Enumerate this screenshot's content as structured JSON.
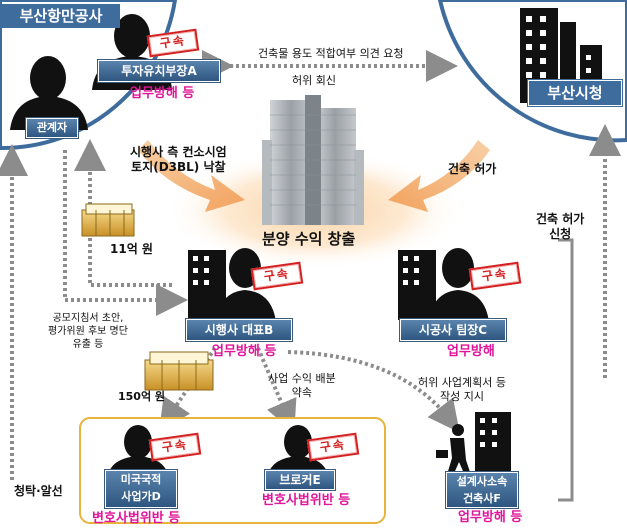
{
  "corners": {
    "left_title": "부산항만공사",
    "right_title": "부산시청"
  },
  "people": {
    "investment_manager": "투자유치부장A",
    "related_person": "관계자",
    "developer_ceo": "시행사 대표B",
    "construction_team_lead": "시공사 팀장C",
    "us_businessman_line1": "미국국적",
    "us_businessman_line2": "사업가D",
    "broker": "브로커E",
    "architect_line1": "설계사소속",
    "architect_line2": "건축사F"
  },
  "stamps": {
    "arrested": "구속"
  },
  "charges": {
    "obstruction": "업무방해 등",
    "obstruction_plain": "업무방해",
    "lawyer_act": "변호사법위반 등"
  },
  "arrows": {
    "permit_request": "건축물 용도 적합여부 의견 요청",
    "false_reply": "허위 회신",
    "selection_line1": "시행사 측 컨소시엄",
    "selection_line2": "토지(D3BL) 낙찰",
    "permit_granted": "건축 허가",
    "permit_apply_line1": "건축 허가",
    "permit_apply_line2": "신청",
    "bribe_11": "11억 원",
    "leak_line1": "공모지침서 초안,",
    "leak_line2": "평가위원 후보 명단",
    "leak_line3": "유출 등",
    "bribe_150": "150억 원",
    "profit_line1": "사업 수익 배분",
    "profit_line2": "약속",
    "false_plan_line1": "허위 사업계획서 등",
    "false_plan_line2": "작성 지시",
    "solicitation": "청탁·알선"
  },
  "center": {
    "profit_label": "분양 수익 창출"
  },
  "colors": {
    "corner_blue": "#3e6c9c",
    "stamp_red": "#d42020",
    "charge_pink": "#e0159a",
    "arrow_gray": "#8c8c8c",
    "glow_orange": "#f7c28a",
    "box_gold": "#e8b43c"
  }
}
